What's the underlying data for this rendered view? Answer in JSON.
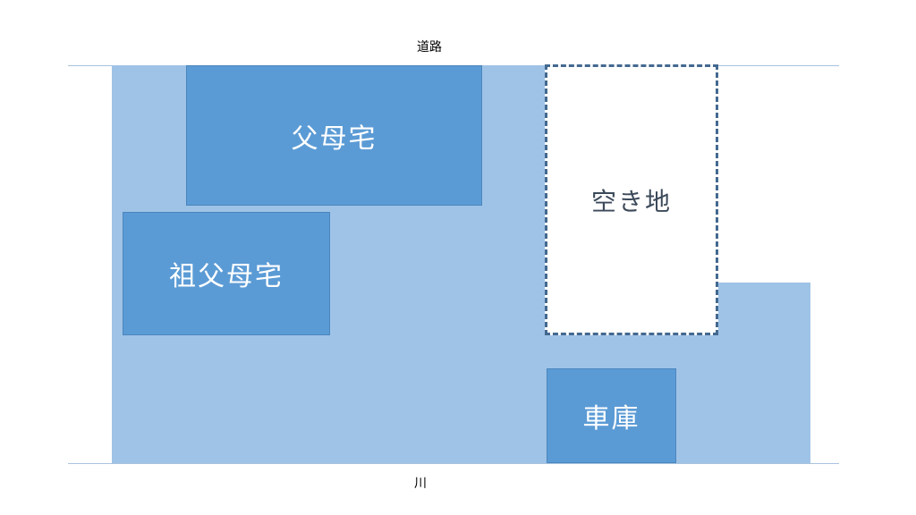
{
  "labels": {
    "road": "道路",
    "river": "川"
  },
  "buildings": {
    "parents_house": "父母宅",
    "grandparents_house": "祖父母宅",
    "garage": "車庫"
  },
  "vacant_lot": "空き地",
  "colors": {
    "lot_fill": "#9fc3e6",
    "building_fill": "#5b9bd5",
    "vacant_border": "#44698f",
    "boundary_line": "#a9c3de"
  }
}
